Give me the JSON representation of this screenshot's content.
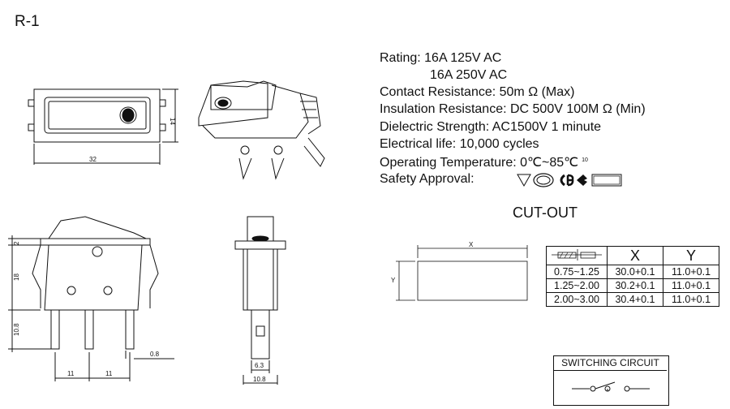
{
  "title": "R-1",
  "specs": {
    "rating_label": "Rating:",
    "rating_1": "16A 125V AC",
    "rating_2": "16A 250V AC",
    "contact_resistance": "Contact Resistance: 50m Ω (Max)",
    "insulation_resistance": "Insulation Resistance: DC 500V 100M Ω (Min)",
    "dielectric_strength": "Dielectric Strength: AC1500V 1 minute",
    "electrical_life": "Electrical life: 10,000 cycles",
    "operating_temperature": "Operating Temperature: 0℃~85℃",
    "temp_superscript": "10",
    "safety_approval": "Safety Approval:"
  },
  "approvals": [
    "VDE",
    "CQC",
    "CB",
    "CE",
    "RoHS"
  ],
  "dimensions": {
    "top_width": "32",
    "top_height": "14",
    "side_2": "2",
    "side_18": "18",
    "side_10_8": "10.8",
    "pin_0_8": "0.8",
    "pin_pitch_1": "11",
    "pin_pitch_2": "11",
    "end_6_3": "6.3",
    "end_10_8": "10.8"
  },
  "cutout": {
    "title": "CUT-OUT",
    "x_label": "X",
    "y_label": "Y",
    "headers": [
      "X",
      "Y"
    ],
    "rows": [
      [
        "0.75~1.25",
        "30.0+0.1",
        "11.0+0.1"
      ],
      [
        "1.25~2.00",
        "30.2+0.1",
        "11.0+0.1"
      ],
      [
        "2.00~3.00",
        "30.4+0.1",
        "11.0+0.1"
      ]
    ]
  },
  "switching_circuit": {
    "title": "SWITCHING CIRCUIT"
  }
}
